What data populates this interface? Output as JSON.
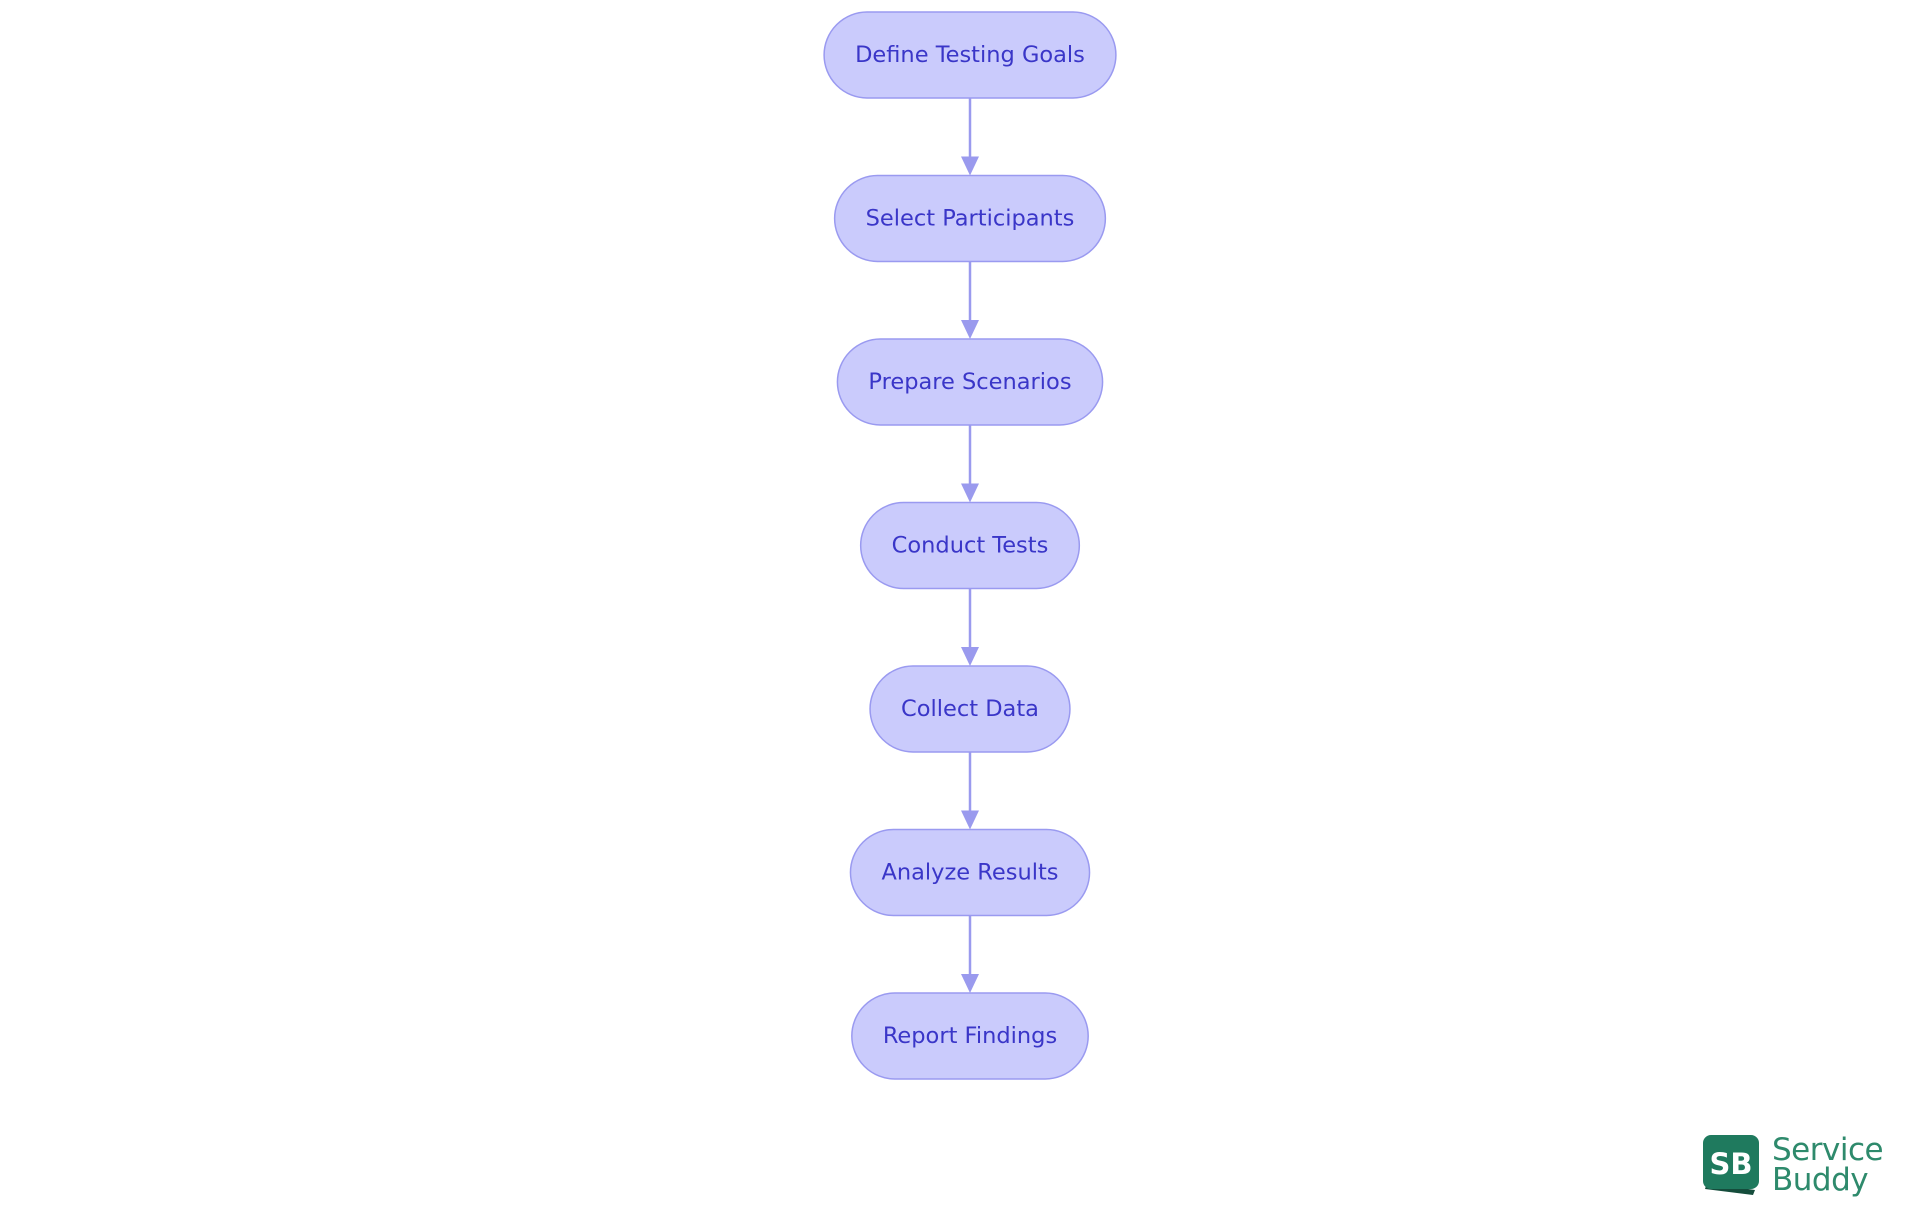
{
  "flowchart": {
    "nodes": [
      {
        "id": "define",
        "label": "Define Testing Goals"
      },
      {
        "id": "select",
        "label": "Select Participants"
      },
      {
        "id": "prepare",
        "label": "Prepare Scenarios"
      },
      {
        "id": "conduct",
        "label": "Conduct Tests"
      },
      {
        "id": "collect",
        "label": "Collect Data"
      },
      {
        "id": "analyze",
        "label": "Analyze Results"
      },
      {
        "id": "report",
        "label": "Report Findings"
      }
    ],
    "edges": [
      {
        "from": "define",
        "to": "select"
      },
      {
        "from": "select",
        "to": "prepare"
      },
      {
        "from": "prepare",
        "to": "conduct"
      },
      {
        "from": "conduct",
        "to": "collect"
      },
      {
        "from": "collect",
        "to": "analyze"
      },
      {
        "from": "analyze",
        "to": "report"
      }
    ]
  },
  "colors": {
    "node_fill": "#cacbfc",
    "node_stroke": "#9a9af0",
    "node_text": "#3a36c8",
    "edge": "#9a9aee",
    "logo_green": "#1f7a5e",
    "logo_text": "#2e8a6c"
  },
  "logo": {
    "badge_text": "SB",
    "word_line1": "Service",
    "word_line2": "Buddy"
  }
}
